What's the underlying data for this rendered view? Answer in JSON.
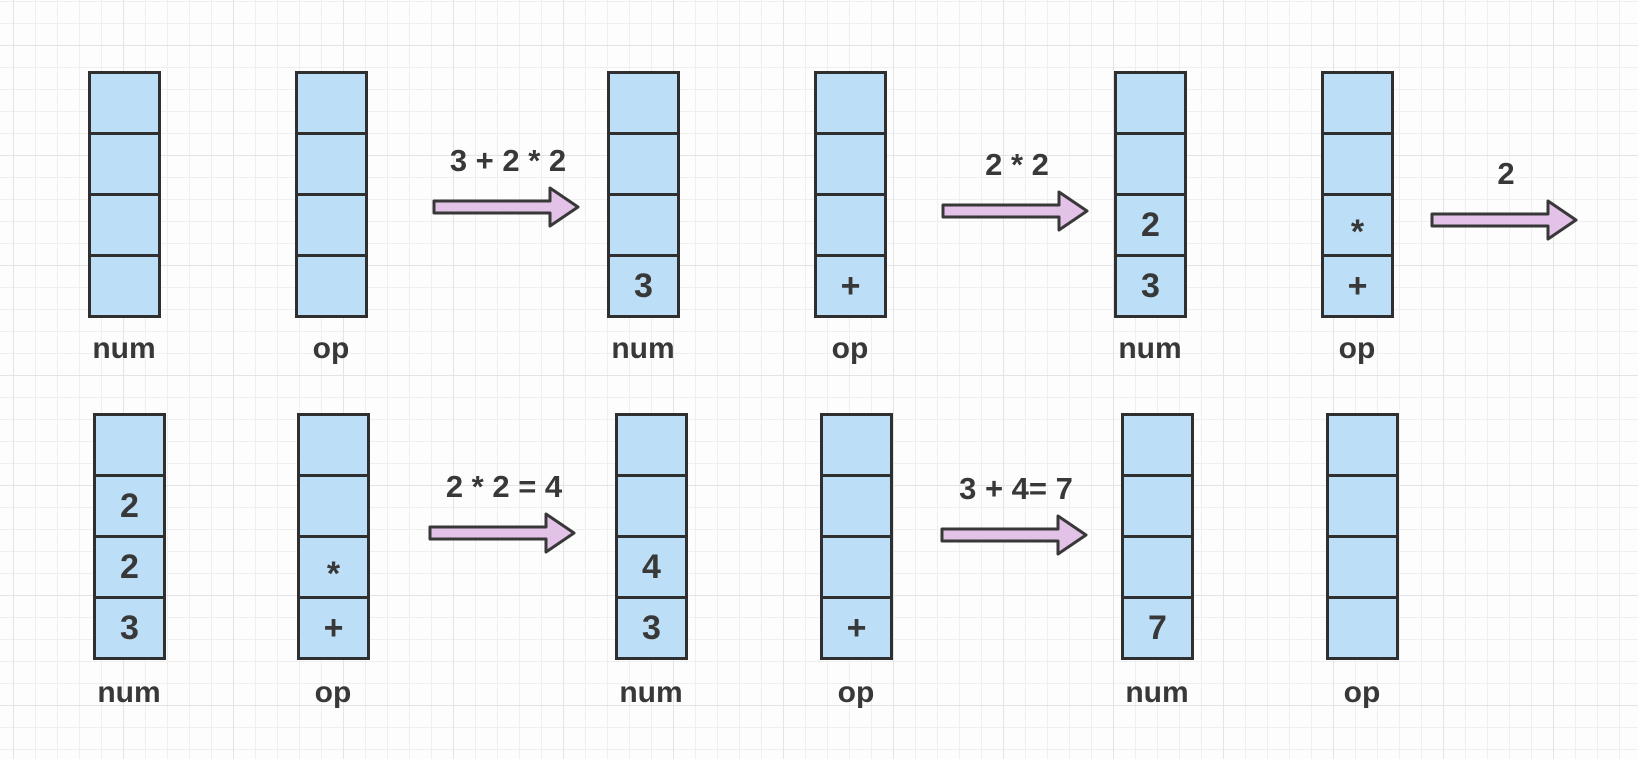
{
  "colors": {
    "cell_fill": "#bcdff7",
    "cell_border": "#2f2f2f",
    "arrow_fill": "#e3c2e8",
    "arrow_border": "#383838",
    "text": "#383838",
    "grid_minor": "#efefef",
    "grid_major": "#e4e4e4"
  },
  "diagram": {
    "title_hidden": "",
    "rows": [
      {
        "stacks": [
          {
            "label": "num",
            "cells": [
              "",
              "",
              "",
              ""
            ]
          },
          {
            "label": "op",
            "cells": [
              "",
              "",
              "",
              ""
            ]
          },
          {
            "label": "num",
            "cells": [
              "",
              "",
              "",
              "3"
            ]
          },
          {
            "label": "op",
            "cells": [
              "",
              "",
              "",
              "+"
            ]
          },
          {
            "label": "num",
            "cells": [
              "",
              "",
              "2",
              "3"
            ]
          },
          {
            "label": "op",
            "cells": [
              "",
              "",
              "*",
              "+"
            ]
          }
        ],
        "arrows": [
          {
            "label": "3 + 2 * 2"
          },
          {
            "label": "2 * 2"
          },
          {
            "label": "2"
          }
        ]
      },
      {
        "stacks": [
          {
            "label": "num",
            "cells": [
              "",
              "2",
              "2",
              "3"
            ]
          },
          {
            "label": "op",
            "cells": [
              "",
              "",
              "*",
              "+"
            ]
          },
          {
            "label": "num",
            "cells": [
              "",
              "",
              "4",
              "3"
            ]
          },
          {
            "label": "op",
            "cells": [
              "",
              "",
              "",
              "+"
            ]
          },
          {
            "label": "num",
            "cells": [
              "",
              "",
              "",
              "7"
            ]
          },
          {
            "label": "op",
            "cells": [
              "",
              "",
              "",
              ""
            ]
          }
        ],
        "arrows": [
          {
            "label": "2 * 2 = 4"
          },
          {
            "label": "3 + 4= 7"
          }
        ]
      }
    ]
  }
}
